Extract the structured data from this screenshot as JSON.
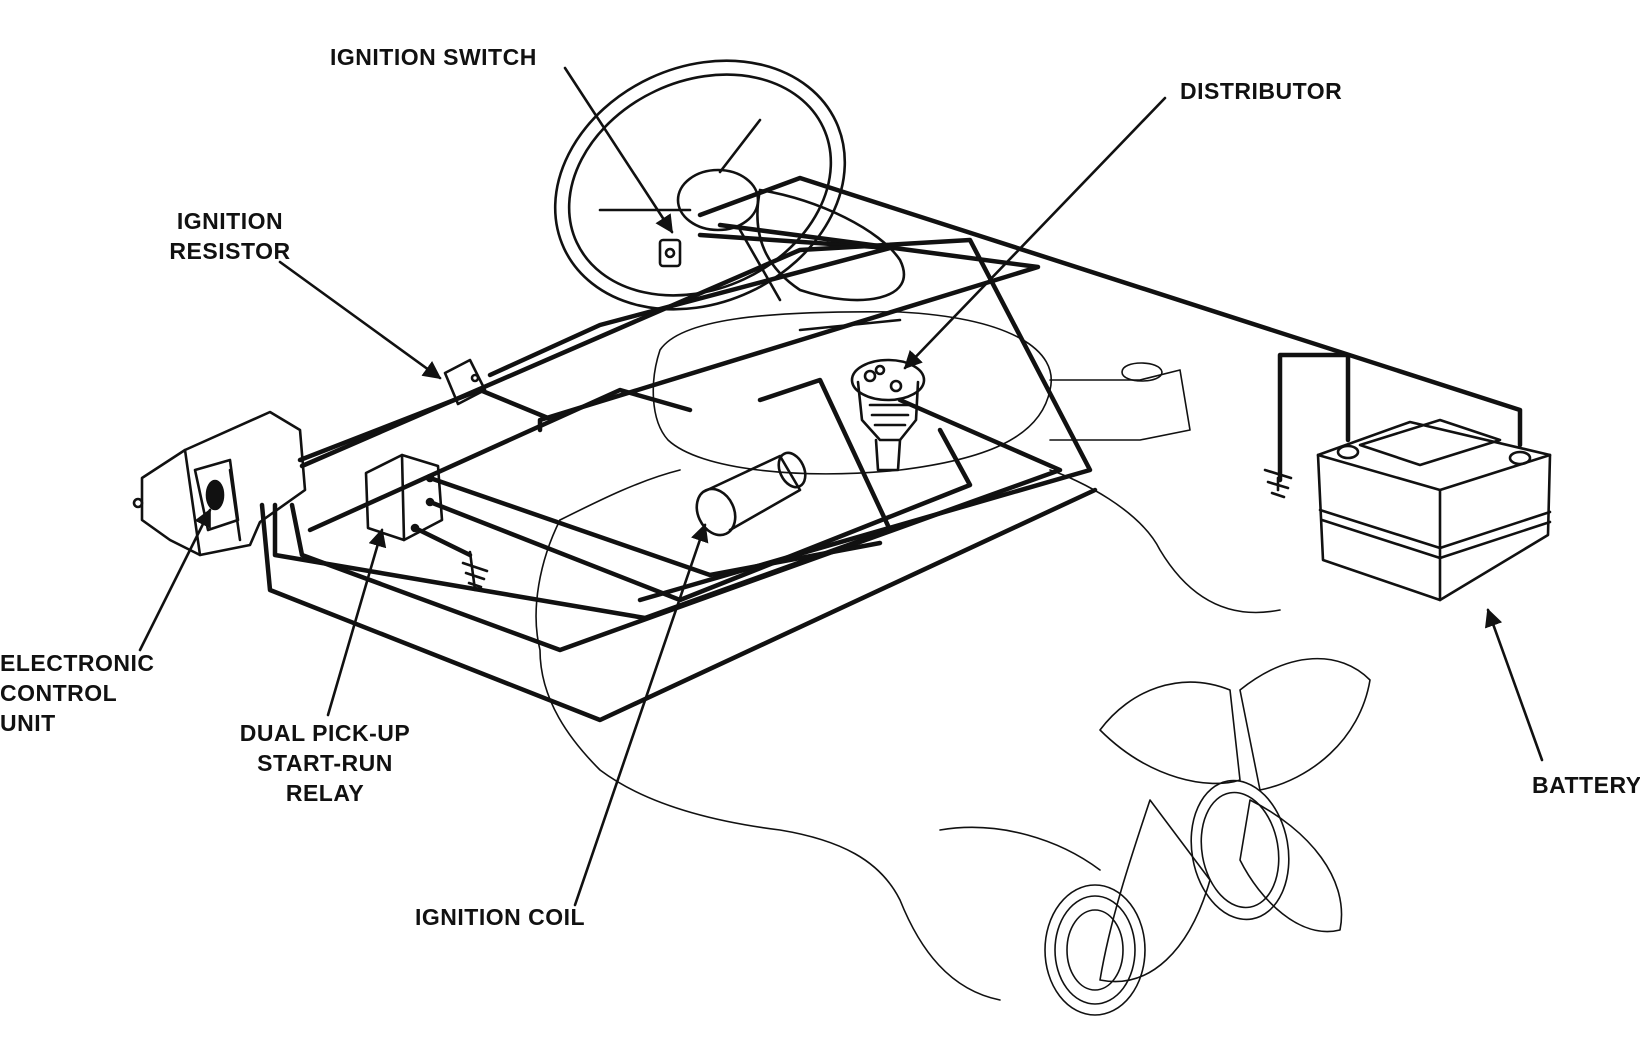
{
  "labels": {
    "ignition_switch": "IGNITION SWITCH",
    "distributor": "DISTRIBUTOR",
    "ignition_resistor": [
      "IGNITION",
      "RESISTOR"
    ],
    "electronic_control_unit": [
      "ELECTRONIC",
      "CONTROL",
      "UNIT"
    ],
    "dual_pickup_relay": [
      "DUAL PICK-UP",
      "START-RUN",
      "RELAY"
    ],
    "ignition_coil": "IGNITION COIL",
    "battery": "BATTERY"
  },
  "colors": {
    "ink": "#111111",
    "paper": "#ffffff"
  }
}
